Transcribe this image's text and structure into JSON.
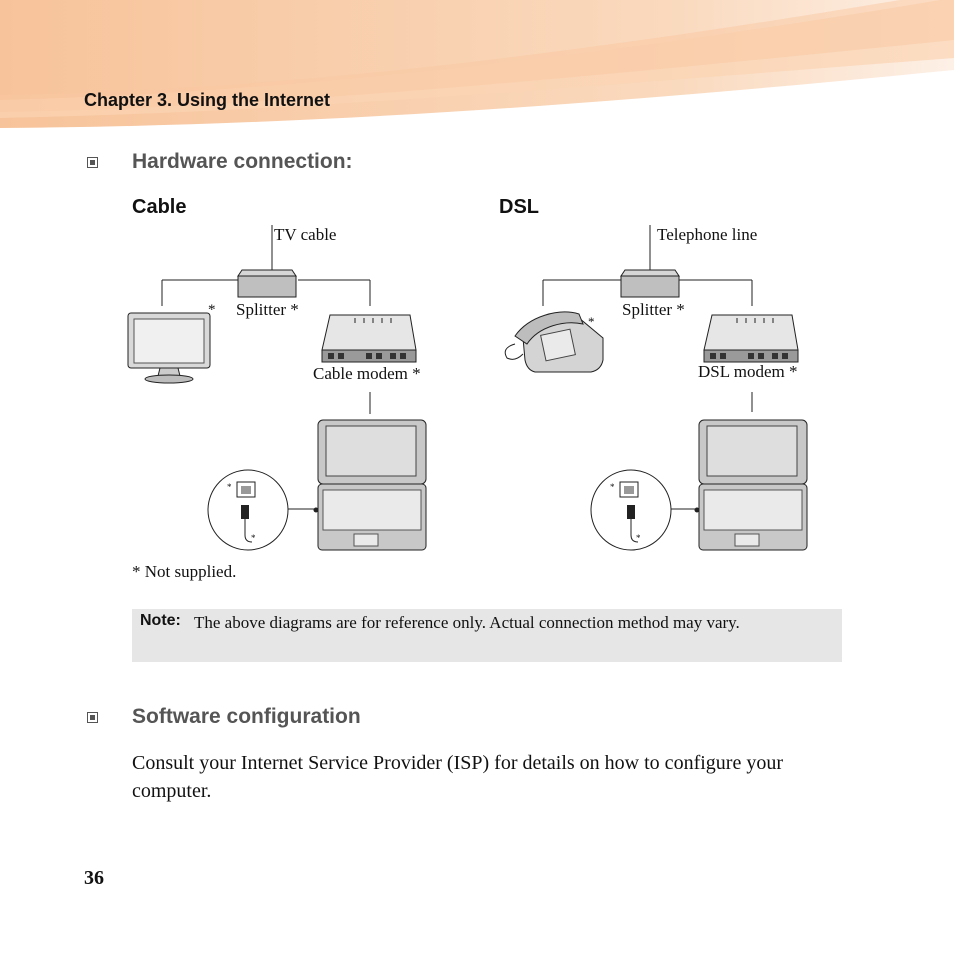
{
  "header": {
    "chapter_title": "Chapter 3. Using the Internet"
  },
  "sections": {
    "hardware": {
      "heading": "Hardware connection:"
    },
    "software": {
      "heading": "Software configuration",
      "body": "Consult your Internet Service Provider (ISP) for details on how to configure your computer."
    }
  },
  "diagrams": {
    "cable": {
      "title": "Cable",
      "line_label": "TV cable",
      "splitter_label": "Splitter *",
      "device_star": "*",
      "modem_label": "Cable modem *",
      "port_marks": [
        "*",
        "*"
      ]
    },
    "dsl": {
      "title": "DSL",
      "line_label": "Telephone line",
      "splitter_label": "Splitter *",
      "device_star": "*",
      "modem_label": "DSL modem *",
      "port_marks": [
        "*",
        "*"
      ]
    }
  },
  "footnote": "* Not supplied.",
  "note": {
    "label": "Note:",
    "text": "The above diagrams are for reference only. Actual connection method may vary."
  },
  "page_number": "36",
  "colors": {
    "header_orange": "#f7c9a0",
    "heading_gray": "#555555",
    "note_bg": "#e6e6e6"
  }
}
